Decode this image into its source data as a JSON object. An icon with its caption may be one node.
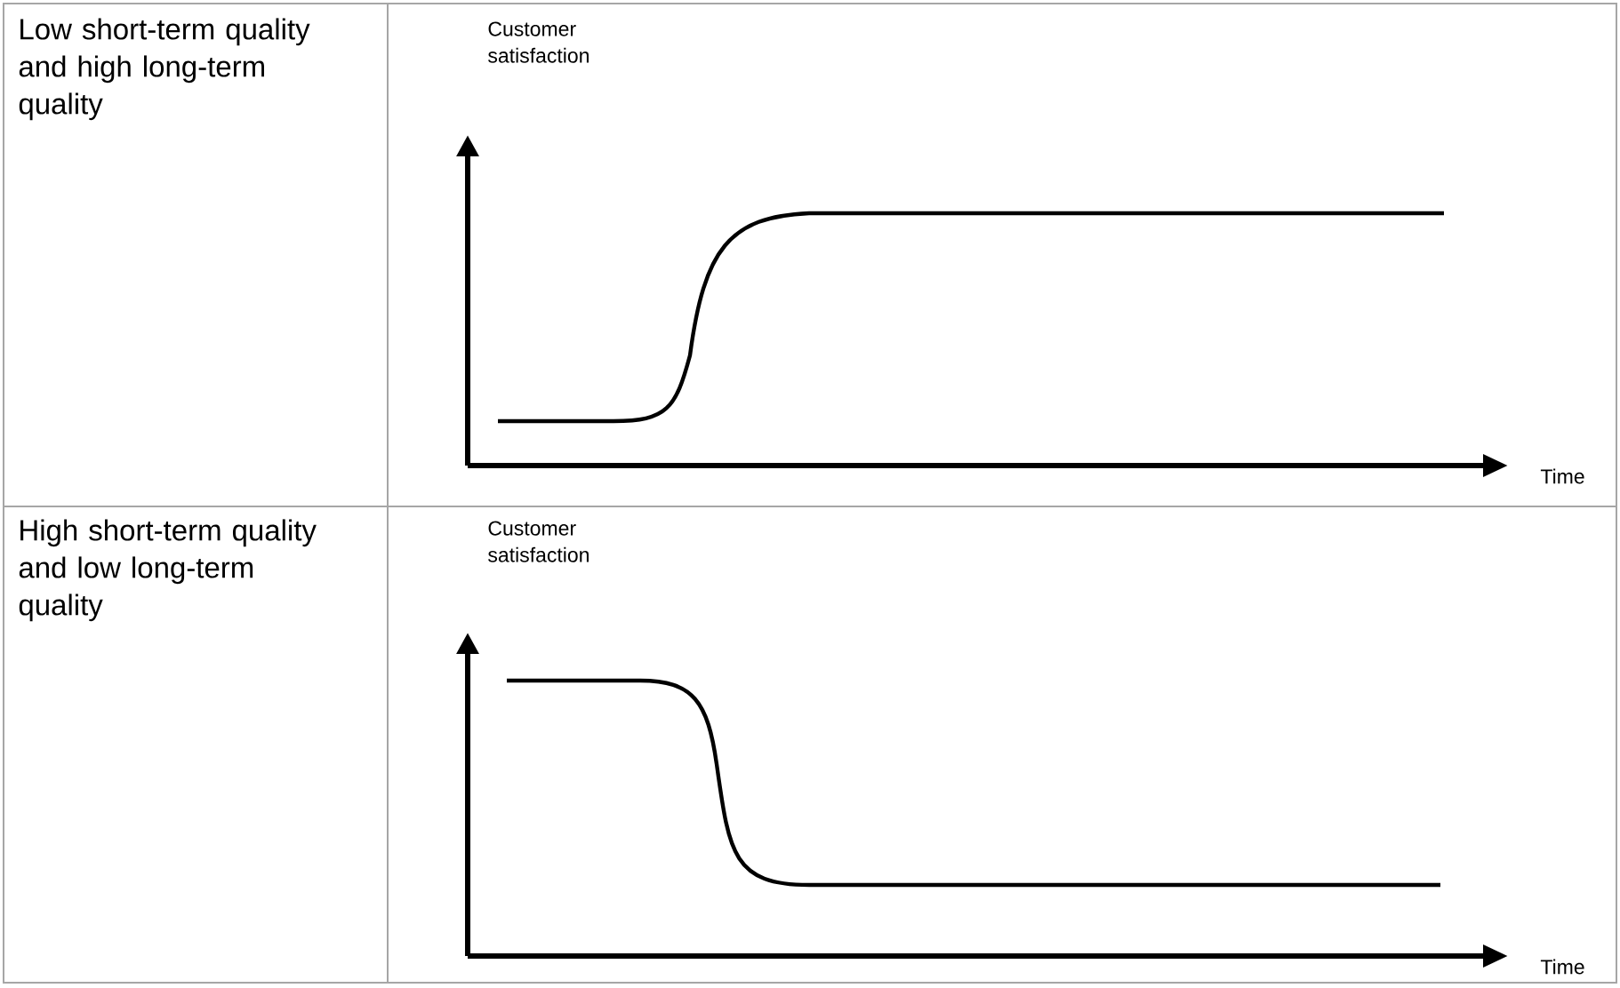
{
  "diagram": {
    "labels": [
      "Low short-term quality and high long-term quality",
      "Customer satisfaction",
      "Time",
      "High short-term quality and low long-term quality",
      "Customer satisfaction",
      "Time"
    ]
  }
}
